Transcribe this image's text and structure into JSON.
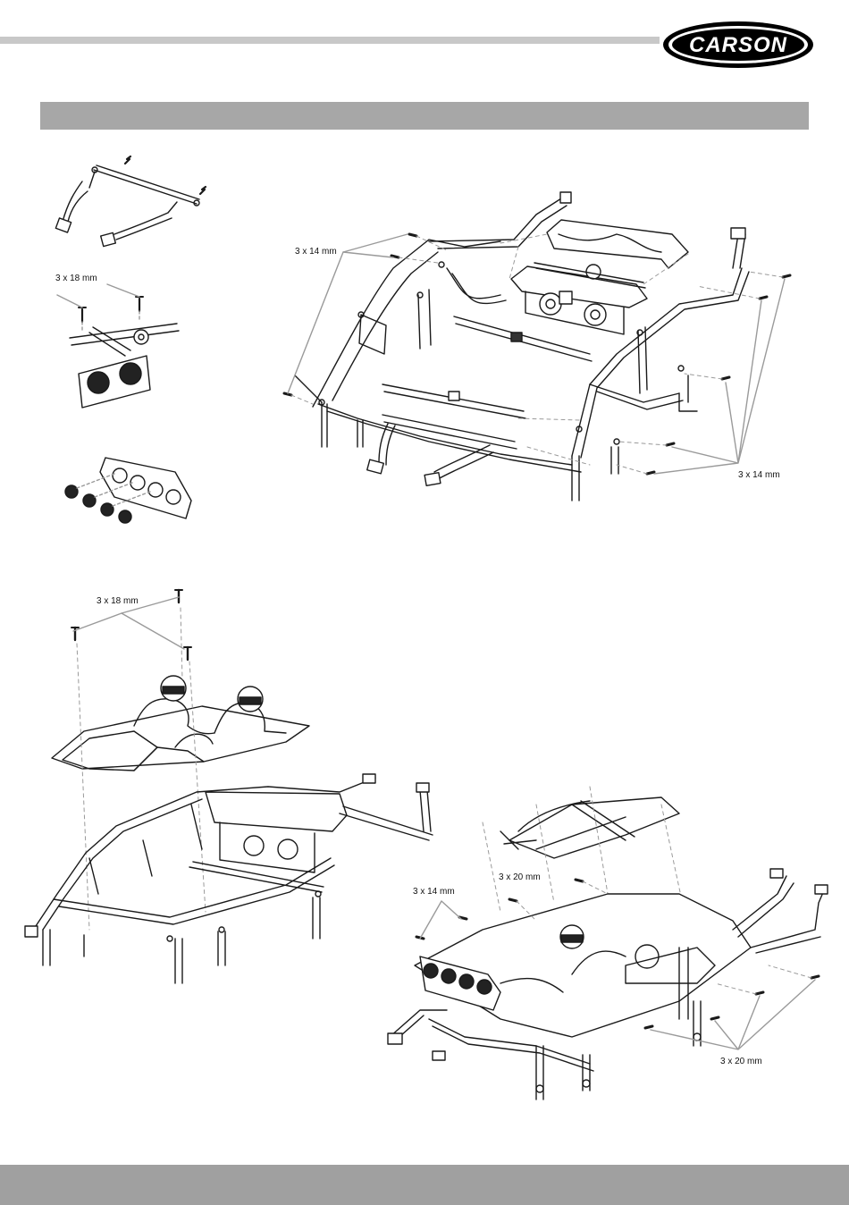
{
  "header": {
    "brand": "CARSON"
  },
  "callouts": {
    "step1_screws": "3 x 18 mm",
    "step2_left_screws": "3 x 14 mm",
    "step2_right_screws": "3 x 14 mm",
    "step3_screws": "3 x 18 mm",
    "step4_left_screws": "3 x 14 mm",
    "step4_top_screws": "3 x 20 mm",
    "step4_right_screws": "3 x 20 mm"
  },
  "colors": {
    "header_rule": "#c8c8c8",
    "section_band": "#a7a7a7",
    "footer_band": "#a0a0a0",
    "line_art": "#1a1a1a",
    "leader_lines": "#9a9a9a"
  }
}
